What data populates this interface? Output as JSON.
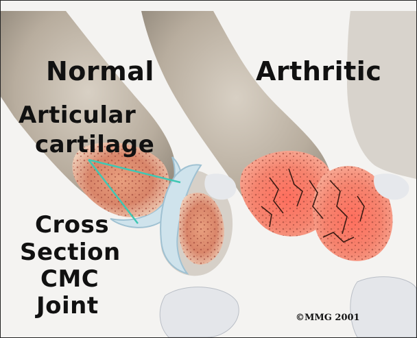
{
  "labels": {
    "normal": "Normal",
    "arthritic": "Arthritic",
    "cartilage_line1": "Articular",
    "cartilage_line2": "cartilage",
    "cross_line1": "Cross",
    "cross_line2": "Section",
    "cross_line3": "CMC",
    "cross_line4": "Joint"
  },
  "copyright": "©MMG 2001",
  "colors": {
    "bone": "#bdb2a2",
    "cartilage": "#cfe3ec",
    "marrow": "#d88a6c",
    "inflamed": "#f47a6a",
    "pointer_line": "#3fc7b3"
  }
}
